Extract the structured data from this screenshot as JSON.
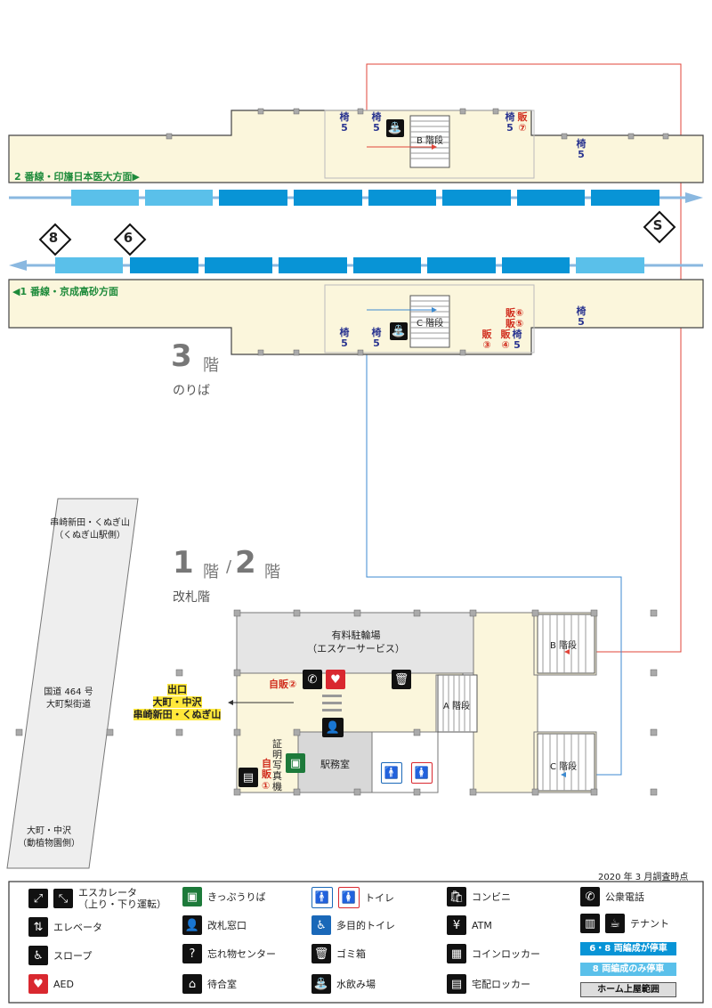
{
  "floor3": {
    "number": "3",
    "unit": "階",
    "label": "のりば",
    "platform2_direction": "2 番線・印旛日本医大方面▶",
    "platform1_direction": "◀1 番線・京成高砂方面",
    "stair_b": "B 階段",
    "stair_c": "C 階段",
    "bench": "椅",
    "five": "5",
    "vending": "販",
    "nums": {
      "n3": "③",
      "n4": "④",
      "n5": "⑤",
      "n6": "⑥",
      "n7": "⑦"
    },
    "car_markers": {
      "m8": "8",
      "m6": "6",
      "ms": "S"
    }
  },
  "floor12": {
    "n1": "1",
    "n2": "2",
    "unit": "階",
    "slash": "/",
    "label": "改札階",
    "parking": "有料駐輪場",
    "parking_sub": "（エスケーサービス）",
    "vending2": "自販②",
    "vending1": "自販",
    "circ1": "①",
    "photo": "証明写真機",
    "office": "駅務室",
    "stair_a": "A 階段",
    "stair_b": "B 階段",
    "stair_c": "C 階段",
    "exit_title": "出口",
    "exit_line1": "大町・中沢",
    "exit_line2": "串崎新田・くぬぎ山"
  },
  "road": {
    "top_line1": "串崎新田・くぬぎ山",
    "top_line2": "（くぬぎ山駅側）",
    "mid_line1": "国道 464 号",
    "mid_line2": "大町梨街道",
    "bot_line1": "大町・中沢",
    "bot_line2": "（動植物園側）"
  },
  "survey_date": "2020 年 3 月調査時点",
  "legend": {
    "escalator": "エスカレータ",
    "escalator_sub": "（上り・下り運転）",
    "elevator": "エレベータ",
    "slope": "スロープ",
    "aed": "AED",
    "ticket": "きっぷうりば",
    "gate_window": "改札窓口",
    "lost_found": "忘れ物センター",
    "waiting": "待合室",
    "toilet": "トイレ",
    "multi_toilet": "多目的トイレ",
    "trash": "ゴミ箱",
    "fountain": "水飲み場",
    "convenience": "コンビニ",
    "atm": "ATM",
    "coin_locker": "コインロッカー",
    "delivery_locker": "宅配ロッカー",
    "phone": "公衆電話",
    "tenant": "テナント",
    "stop_68": "6・8 両編成が停車",
    "stop_8": "8 両編成のみ停車",
    "roof": "ホーム上屋範囲"
  },
  "colors": {
    "platform_fill": "#fbf6dc",
    "car_dark": "#0894d6",
    "car_light": "#5ac0ea",
    "route_red": "#e0453a",
    "route_blue": "#3c8ad0"
  },
  "icons": [
    "escalator-icon",
    "elevator-icon",
    "slope-icon",
    "aed-icon",
    "ticket-icon",
    "gate-window-icon",
    "lost-found-icon",
    "waiting-room-icon",
    "toilet-icon",
    "multi-toilet-icon",
    "trash-icon",
    "fountain-icon",
    "convenience-icon",
    "atm-icon",
    "coin-locker-icon",
    "delivery-locker-icon",
    "phone-icon",
    "tenant-icon"
  ]
}
